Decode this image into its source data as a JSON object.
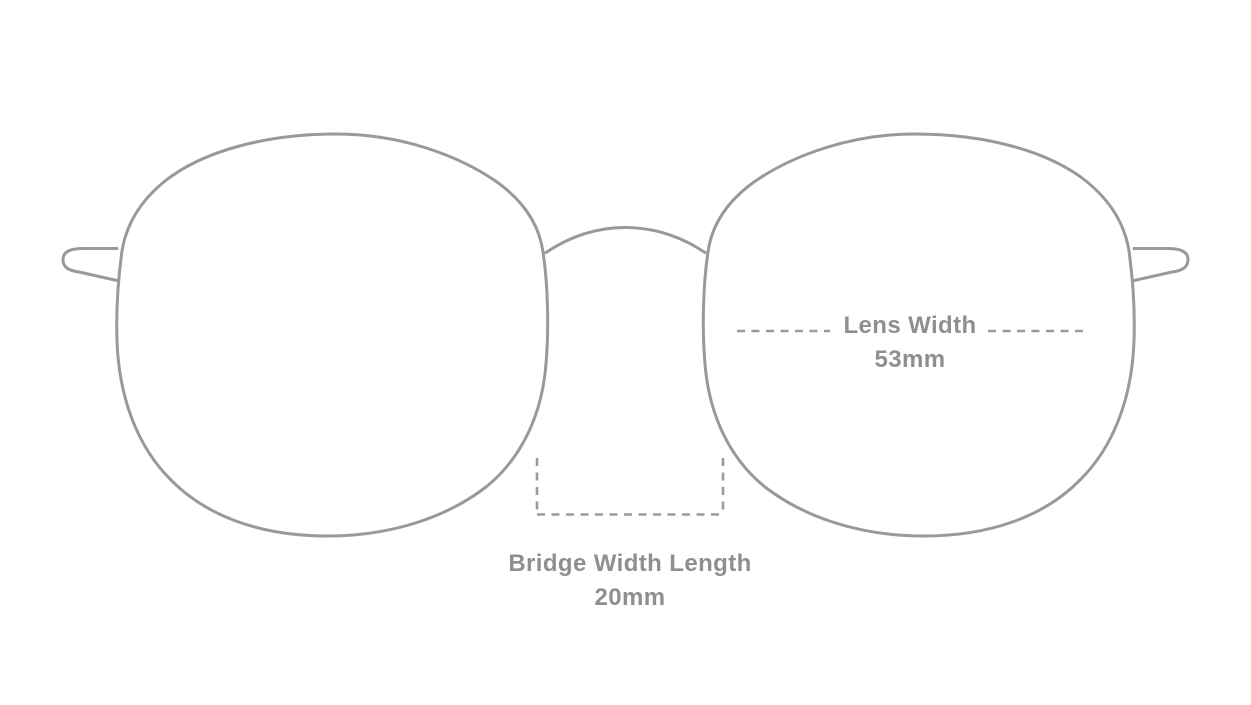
{
  "colors": {
    "background": "#ffffff",
    "frame-stroke": "#999999",
    "dash-stroke": "#9b9b9b",
    "label-text": "#8f8f8f"
  },
  "diagram": {
    "subject": "eyeglasses-frame-front-view",
    "measurements": {
      "lens_width": {
        "label": "Lens Width",
        "value": "53mm"
      },
      "bridge_width": {
        "label": "Bridge Width Length",
        "value": "20mm"
      }
    }
  }
}
